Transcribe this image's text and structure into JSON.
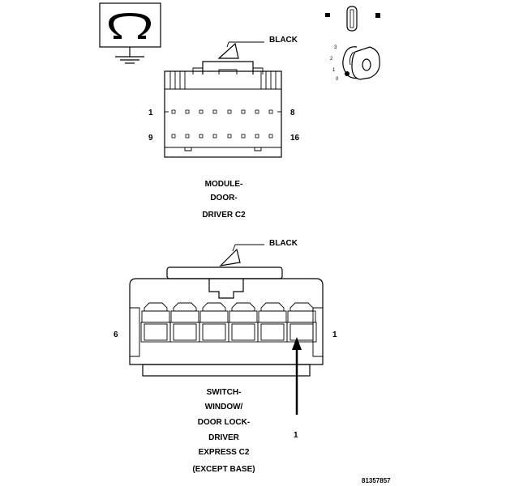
{
  "connector_c2_module": {
    "color_label": "BLACK",
    "pin_first_top": "1",
    "pin_last_top": "8",
    "pin_first_bottom": "9",
    "pin_last_bottom": "16",
    "name_line1": "MODULE-",
    "name_line2": "DOOR-",
    "name_line3": "DRIVER C2"
  },
  "key_position_labels": [
    "3",
    "2",
    "1",
    "0"
  ],
  "connector_switch": {
    "color_label": "BLACK",
    "pin_left": "6",
    "pin_right": "1",
    "callout_number": "1",
    "name_line1": "SWITCH-",
    "name_line2": "WINDOW/",
    "name_line3": "DOOR LOCK-",
    "name_line4": "DRIVER",
    "name_line5": "EXPRESS C2",
    "name_line6": "(EXCEPT BASE)"
  },
  "figure_ref": "81357857",
  "icons": [
    "ground-symbol-icon",
    "ignition-key-icon",
    "key-fob-icon"
  ]
}
